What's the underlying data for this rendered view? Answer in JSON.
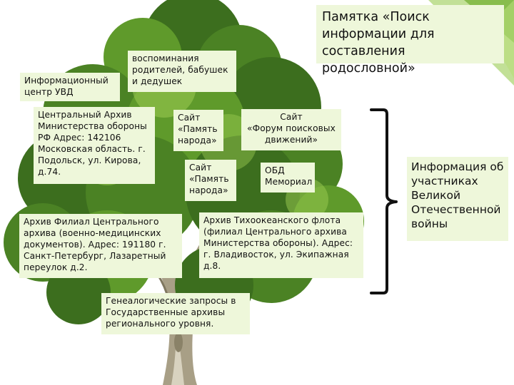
{
  "title": "Памятка «Поиск информации для составления родословной»",
  "boxes": {
    "uvd": "Информационный\nцентр УВД",
    "memories": "воспоминания\nродителей, бабушек\nи  дедушек",
    "central_archive": "Центральный Архив\nМинистерства обороны\nРФ  Адрес: 142106\nМосковская область. г.\nПодольск, ул. Кирова,\nд.74.",
    "site_memory_1": "Сайт\n«Память\nнарода»",
    "site_forum": "Сайт\n«Форум поисковых\nдвижений»",
    "site_memory_2": "Сайт\n«Память\nнарода»",
    "obd": "ОБД\nМемориал",
    "archive_filial": "Архив  Филиал Центрального\nархива (военно-медицинских\nдокументов). Адрес: 191180 г.\nСанкт-Петербург, Лазаретный\nпереулок д.2.",
    "archive_pacific": "Архив Тихоокеанского флота\n(филиал Центрального архива\nМинистерства обороны). Адрес:\nг. Владивосток, ул. Экипажная\nд.8.",
    "genealogy": "Генеалогические запросы в\nГосударственные архивы\nрегионального уровня."
  },
  "info": "Информация об\nучастниках\nВеликой\nОтечественной\nвойны",
  "colors": {
    "box_fill": "#eef7da",
    "accent_green": "#8fc642",
    "foliage_dark": "#3c6e1e",
    "foliage_mid": "#5f9a2b",
    "foliage_light": "#9ccc52",
    "trunk": "#a89f86"
  }
}
